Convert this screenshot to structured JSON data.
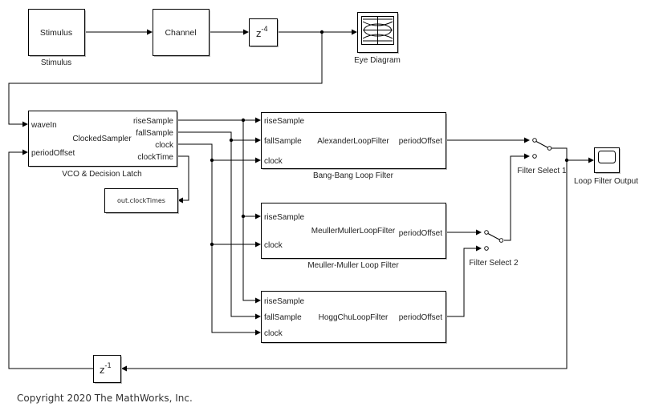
{
  "diagram": {
    "blocks": {
      "stimulus": {
        "label": "Stimulus",
        "caption": "Stimulus"
      },
      "channel": {
        "label": "Channel"
      },
      "delay_in": {
        "base": "z",
        "exponent": "-4"
      },
      "eye_diagram": {
        "caption": "Eye Diagram",
        "icon": "eye-diagram-icon"
      },
      "vco": {
        "label": "ClockedSampler",
        "caption": "VCO & Decision Latch",
        "inputs": [
          "waveIn",
          "periodOffset"
        ],
        "outputs": [
          "riseSample",
          "fallSample",
          "clock",
          "clockTime"
        ]
      },
      "clock_times": {
        "label": "out.clockTimes"
      },
      "bang_bang": {
        "label": "AlexanderLoopFilter",
        "caption": "Bang-Bang Loop Filter",
        "inputs": [
          "riseSample",
          "fallSample",
          "clock"
        ],
        "outputs": [
          "periodOffset"
        ]
      },
      "mueller_muller": {
        "label": "MeullerMullerLoopFilter",
        "caption": "Meuller-Muller Loop Filter",
        "inputs": [
          "riseSample",
          "clock"
        ],
        "outputs": [
          "periodOffset"
        ]
      },
      "hogg_chu": {
        "label": "HoggChuLoopFilter",
        "inputs": [
          "riseSample",
          "fallSample",
          "clock"
        ],
        "outputs": [
          "periodOffset"
        ]
      },
      "delay_fb": {
        "base": "z",
        "exponent": "-1"
      },
      "scope": {
        "caption": "Loop Filter Output",
        "icon": "scope-icon"
      },
      "switch1": {
        "caption": "Filter Select 1"
      },
      "switch2": {
        "caption": "Filter Select 2"
      }
    }
  },
  "footer": {
    "copyright": "Copyright 2020 The MathWorks, Inc."
  }
}
